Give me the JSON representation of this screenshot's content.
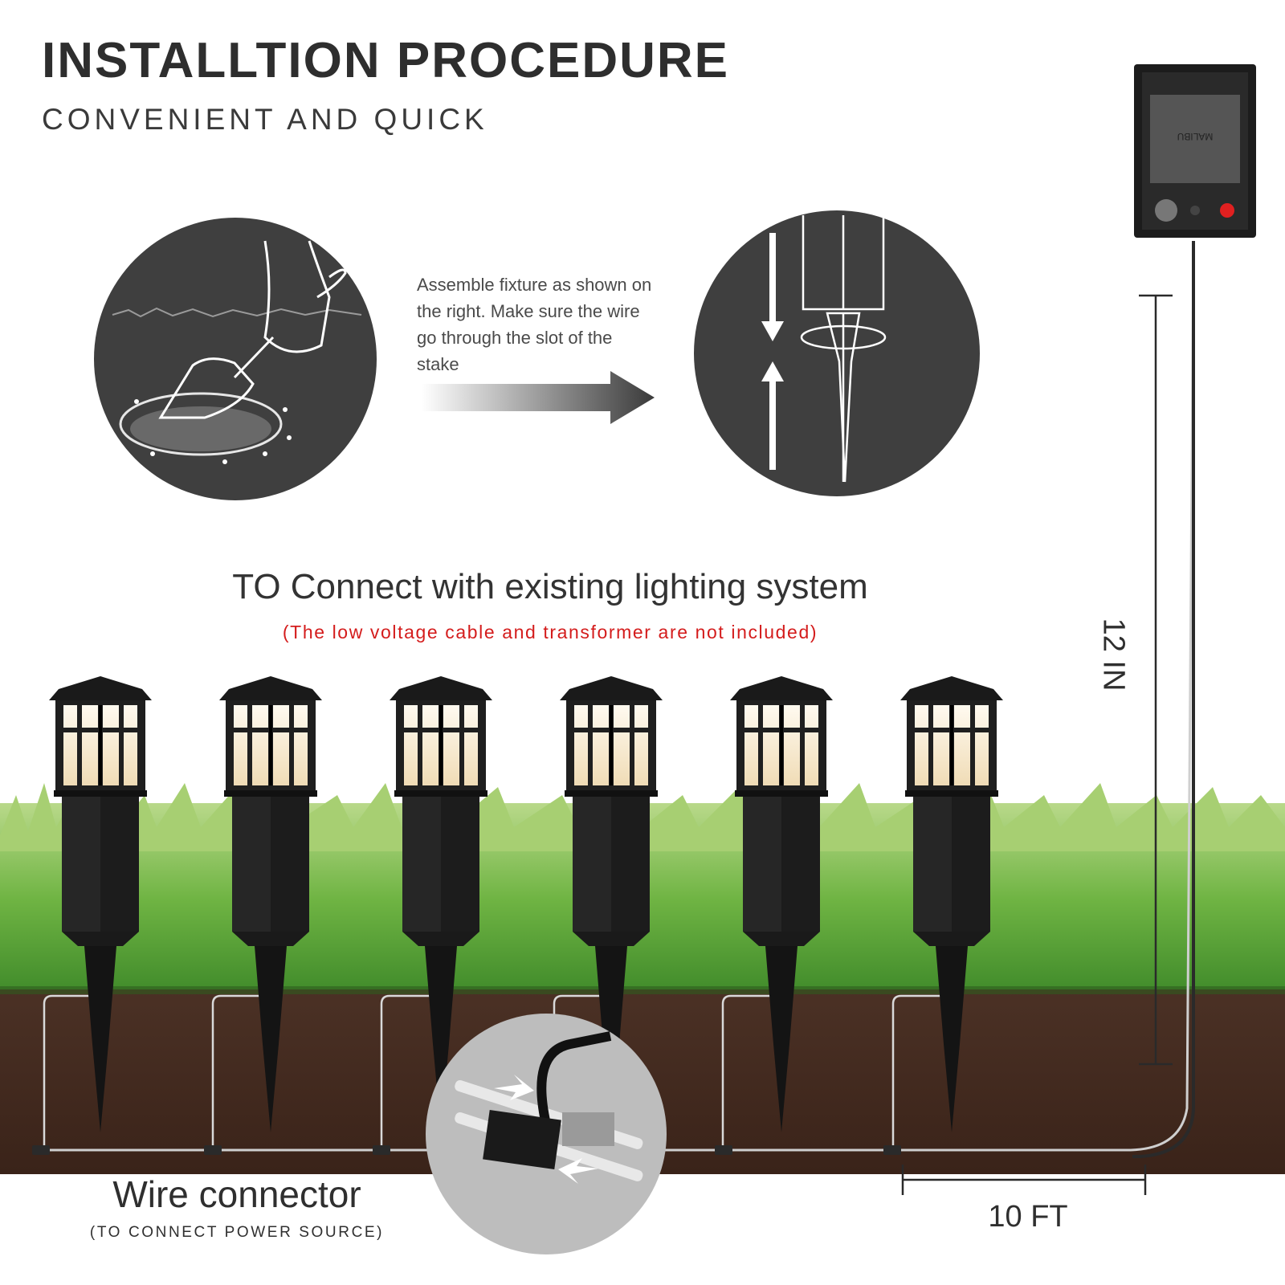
{
  "header": {
    "title": "INSTALLTION PROCEDURE",
    "subtitle": "CONVENIENT AND QUICK"
  },
  "step": {
    "instruction": "Assemble fixture as shown on the right. Make sure the wire go through the slot of the stake"
  },
  "connect": {
    "heading": "TO Connect with existing lighting system",
    "note": "(The low voltage cable and transformer are not included)"
  },
  "wire_connector": {
    "label": "Wire connector",
    "sublabel": "(TO CONNECT POWER SOURCE)"
  },
  "dimensions": {
    "height": "12 IN",
    "spacing": "10 FT"
  },
  "transformer": {
    "brand": "MALIBU"
  },
  "lights": {
    "count": 6
  },
  "colors": {
    "dark_panel": "#3f3f3f",
    "fixture": "#1f1f1f",
    "glow": "#f6ead2",
    "grass": "#5fa83a",
    "soil": "#4a3024",
    "note_red": "#d41c1c"
  }
}
